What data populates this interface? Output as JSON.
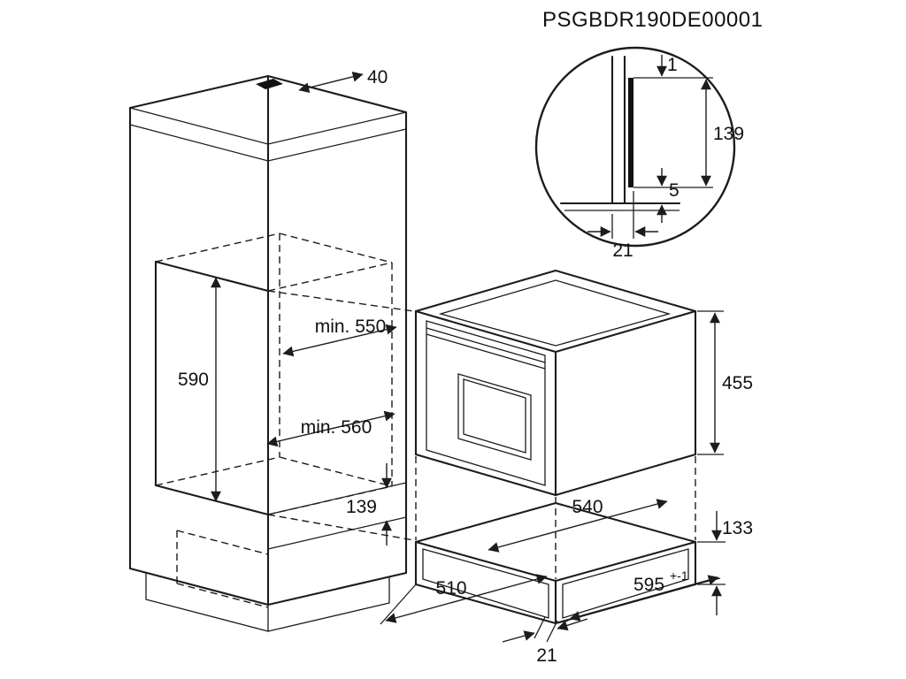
{
  "title": "PSGBDR190DE00001",
  "detail": {
    "dim_gap": "1",
    "dim_height": "139",
    "dim_bottom": "5",
    "dim_thickness": "21"
  },
  "cabinet": {
    "dim_top_clearance": "40",
    "dim_niche_depth": "min. 550",
    "dim_niche_height": "590",
    "dim_niche_width": "min. 560",
    "dim_plinth_drawer": "139"
  },
  "appliance": {
    "dim_height": "455",
    "dim_depth": "540"
  },
  "drawer": {
    "dim_height": "133",
    "dim_depth": "510",
    "dim_width": "595",
    "dim_width_tol": "+-1",
    "dim_offset": "21"
  }
}
